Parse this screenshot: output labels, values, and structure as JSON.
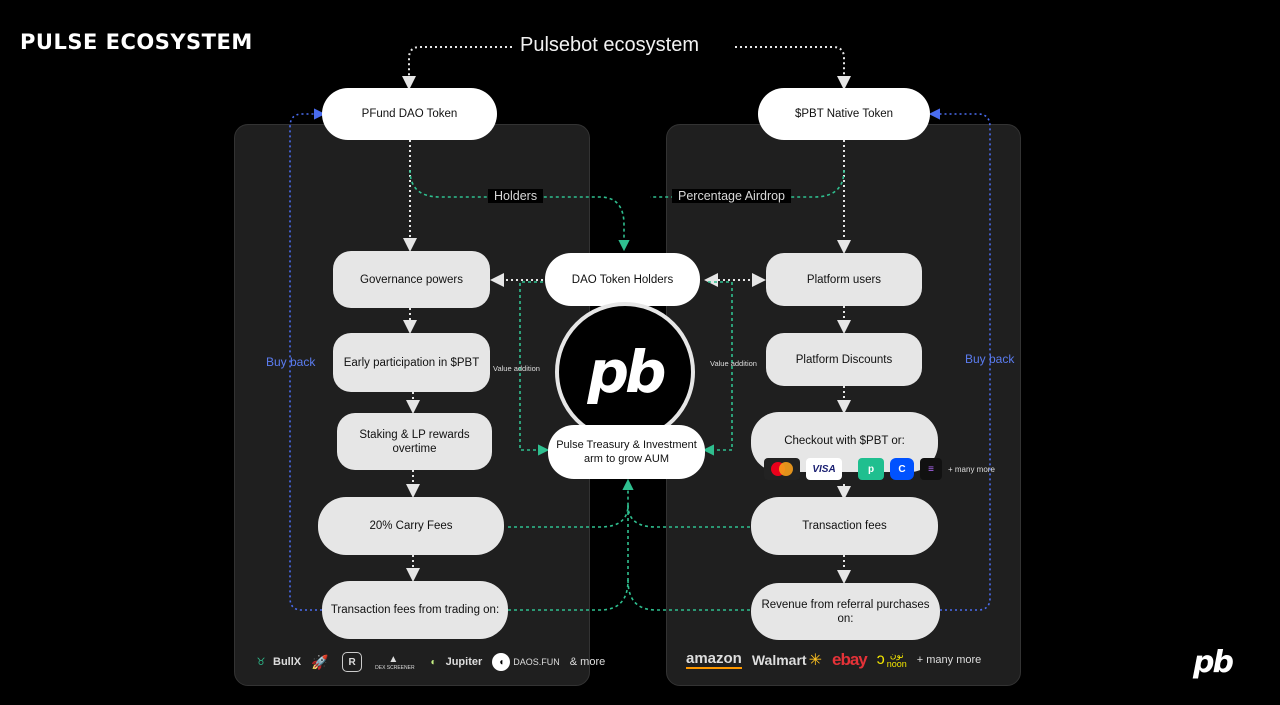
{
  "title": "PULSE ECOSYSTEM",
  "top_label": "Pulsebot ecosystem",
  "flow_labels": {
    "holders": "Holders",
    "percentage_airdrop": "Percentage Airdrop",
    "value_addition_left": "Value addition",
    "value_addition_right": "Value addition",
    "buy_back_left": "Buy back",
    "buy_back_right": "Buy back"
  },
  "left_column": {
    "token": "PFund DAO Token",
    "nodes": [
      "Governance powers",
      "Early participation in $PBT",
      "Staking & LP rewards overtime",
      "20% Carry Fees",
      "Transaction fees from trading on:"
    ],
    "logos": [
      {
        "name": "BullX",
        "icon": "bull-icon"
      },
      {
        "name": "",
        "icon": "rocket-icon"
      },
      {
        "name": "",
        "icon": "raydium-icon"
      },
      {
        "name": "DEX SCREENER",
        "icon": "dexscreener-icon"
      },
      {
        "name": "Jupiter",
        "icon": "jupiter-icon"
      },
      {
        "name": "DAOS.FUN",
        "icon": "daosfun-icon"
      },
      {
        "name": "& more",
        "icon": ""
      }
    ]
  },
  "center": {
    "dao_holders": "DAO Token Holders",
    "logo_text": "pb",
    "treasury": "Pulse Treasury & Investment arm to grow AUM"
  },
  "right_column": {
    "token": "$PBT Native Token",
    "nodes": [
      "Platform users",
      "Platform Discounts",
      "Checkout with $PBT or:",
      "Transaction fees",
      "Revenue from referral purchases on:"
    ],
    "payment_methods": [
      {
        "name": "mastercard",
        "icon": "mastercard-icon"
      },
      {
        "name": "VISA",
        "icon": "visa-icon"
      },
      {
        "name": "",
        "icon": "payment-app-icon"
      },
      {
        "name": "",
        "icon": "coinbase-icon"
      },
      {
        "name": "",
        "icon": "solana-icon"
      },
      {
        "name": "+ many more",
        "icon": ""
      }
    ],
    "merchants": [
      "amazon",
      "Walmart",
      "ebay",
      "noon",
      "+ many more"
    ],
    "merchant_noon_arabic": "نون"
  },
  "corner_logo": "pb",
  "colors": {
    "green_flow": "#2fbf8f",
    "blue_flow": "#4a6cf0",
    "white_flow": "#e6e6e6",
    "panel": "#1f1f1f",
    "node": "#e6e6e6"
  }
}
